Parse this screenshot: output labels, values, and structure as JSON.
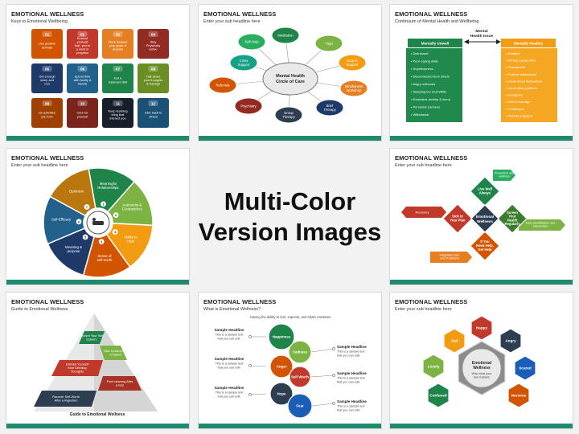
{
  "heading": {
    "line1": "Multi-Color",
    "line2": "Version Images"
  },
  "slides": [
    {
      "title": "EMOTIONAL WELLNESS",
      "subtitle": "Keys to Emotional Wellbeing",
      "tiles": [
        {
          "num": "01",
          "text": "Use positive self-talk",
          "color": "#d35400"
        },
        {
          "num": "02",
          "text": "Remind yourself that, you're a work in progress",
          "color": "#c0392b"
        },
        {
          "num": "03",
          "text": "Work towards your goals & dreams",
          "color": "#e67e22"
        },
        {
          "num": "04",
          "text": "Stay Physically active",
          "color": "#922b21"
        },
        {
          "num": "05",
          "text": "Get enough sleep and rest",
          "color": "#1f3a68"
        },
        {
          "num": "06",
          "text": "Spend time with family & friends",
          "color": "#21618c"
        },
        {
          "num": "07",
          "text": "Eat a balanced diet",
          "color": "#1e8449"
        },
        {
          "num": "08",
          "text": "Talk about your thoughts & feelings",
          "color": "#6b8e23"
        },
        {
          "num": "09",
          "text": "Do activities you love",
          "color": "#a04000"
        },
        {
          "num": "10",
          "text": "Care for yourself",
          "color": "#7b241c"
        },
        {
          "num": "11",
          "text": "Keep learning thing that interest you",
          "color": "#17202a"
        },
        {
          "num": "12",
          "text": "Give back to others",
          "color": "#1a5276"
        }
      ]
    },
    {
      "title": "EMOTIONAL WELLNESS",
      "subtitle": "Enter your sub headline here",
      "center": [
        "Mental Health",
        "Circle of Care"
      ],
      "nodes": [
        {
          "text": "Meditation",
          "color": "#1e8449"
        },
        {
          "text": "Yoga",
          "color": "#7cb342"
        },
        {
          "text": "Drop-in Support",
          "color": "#f39c12"
        },
        {
          "text": "Mindfulness Workshop",
          "color": "#e67e22"
        },
        {
          "text": "Brief Therapy",
          "color": "#1f3a68"
        },
        {
          "text": "Group Therapy",
          "color": "#2c3e50"
        },
        {
          "text": "Psychiatry",
          "color": "#922b21"
        },
        {
          "text": "Referrals",
          "color": "#d35400"
        },
        {
          "text": "Crisis Support",
          "color": "#16a085"
        },
        {
          "text": "Self-Help",
          "color": "#27ae60"
        }
      ]
    },
    {
      "title": "EMOTIONAL WELLNESS",
      "subtitle": "Continuum of Mental Health and Wellbeing",
      "issue": [
        "Mental",
        "Health Issue"
      ],
      "left": {
        "head": "Mentally Unwell",
        "items": [
          "Distressed",
          "Poor coping skills",
          "Hopelessness",
          "Disconnected from others",
          "Angry outbursts",
          "Sleeping too much/little",
          "Excessive anxiety & worry",
          "Pervasive sadness",
          "Withdrawal"
        ]
      },
      "right": {
        "head": "Mentally Healthy",
        "items": [
          "Resilient",
          "Strong coping skills",
          "Resourceful",
          "Positive relationship",
          "Usual mood fluctuations",
          "Usual sleep patterns",
          "Energized",
          "Able to manage",
          "Challenges",
          "Socially engaged"
        ]
      }
    },
    {
      "title": "EMOTIONAL WELLNESS",
      "subtitle": "Enter your sub headline here",
      "segments": [
        "Meaningful Relationships",
        "Autonomy & Competence",
        "Ability to cope",
        "Sense of self-worth",
        "Meaning & purpose",
        "Self-Efficacy",
        "Optimism"
      ],
      "nums": [
        "1",
        "2",
        "3",
        "4",
        "5",
        "6",
        "7"
      ]
    },
    {
      "title": "EMOTIONAL WELLNESS",
      "subtitle": "Enter your sub headline here",
      "center": [
        "Emotional",
        "Wellness"
      ],
      "diamonds": [
        "Live Well Always",
        "Sick to Your Plan",
        "Screen Your Health Regularly",
        "If You Need Help, Get Help"
      ],
      "arrows": [
        "Prevention and wellness",
        "Recovery",
        "Early Identification and Intervention",
        "Integrated Care and Treatment"
      ]
    },
    {
      "title": "EMOTIONAL WELLNESS",
      "subtitle": "Guide to  Emotional Wellness",
      "steps": [
        "Protect Your Self Esteem",
        "Take Control After a Failure",
        "Distract Yourself from Sending Thoughts",
        "Find meaning After a loss",
        "Recover Self-Worth After a Rejection"
      ],
      "caption": "Guide to  Emotional Wellness"
    },
    {
      "title": "EMOTIONAL WELLNESS",
      "subtitle": "What is Emotional Wellness?",
      "tagline": "Having the ability to feel, express, and share emotions",
      "circles": [
        "Happiness",
        "Sadness",
        "Anger",
        "Self Worth",
        "Hope",
        "Fear"
      ],
      "sample_head": "Sample Headline",
      "sample_text": [
        "This is a sample text",
        "that you can edit."
      ]
    },
    {
      "title": "EMOTIONAL WELLNESS",
      "subtitle": "Enter your sub headline here",
      "center": [
        "Emotional",
        "Wellness"
      ],
      "center_sub": [
        "Why what your",
        "feel matters"
      ],
      "hexes": [
        "Happy",
        "Angry",
        "Scared",
        "Nervous",
        "Confused",
        "Lonely",
        "Sad"
      ]
    }
  ]
}
